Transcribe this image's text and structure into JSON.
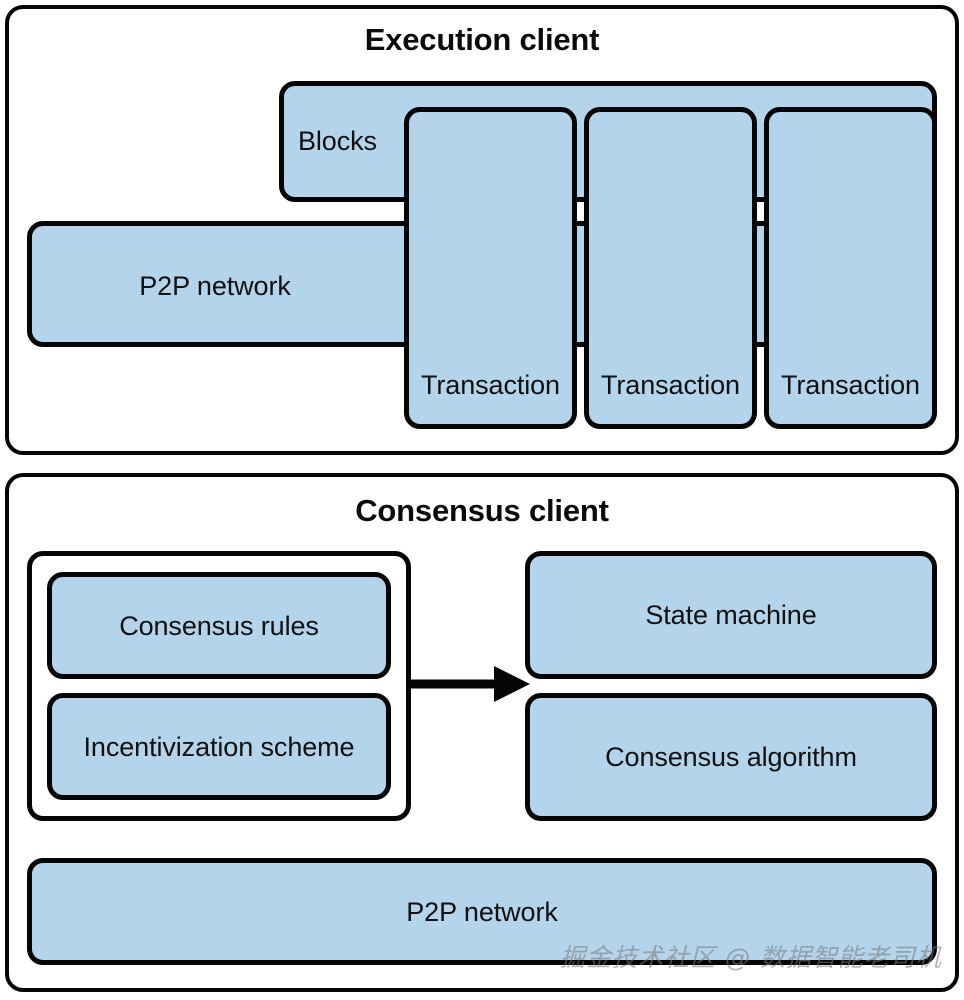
{
  "diagram": {
    "title_font_color": "#0b0b0b",
    "box_fill": "#b3d4ea",
    "stroke": "#050505",
    "panels": [
      {
        "id": "execution",
        "title": "Execution client",
        "blocks_label": "Blocks",
        "p2p_label": "P2P network",
        "transactions": [
          {
            "label": "Transaction"
          },
          {
            "label": "Transaction"
          },
          {
            "label": "Transaction"
          }
        ]
      },
      {
        "id": "consensus",
        "title": "Consensus client",
        "rules_label": "Consensus rules",
        "incentivization_label": "Incentivization scheme",
        "state_machine_label": "State machine",
        "consensus_algorithm_label": "Consensus algorithm",
        "p2p_label": "P2P network"
      }
    ]
  },
  "watermark": {
    "text": "掘金技术社区 @ 数据智能老司机"
  }
}
